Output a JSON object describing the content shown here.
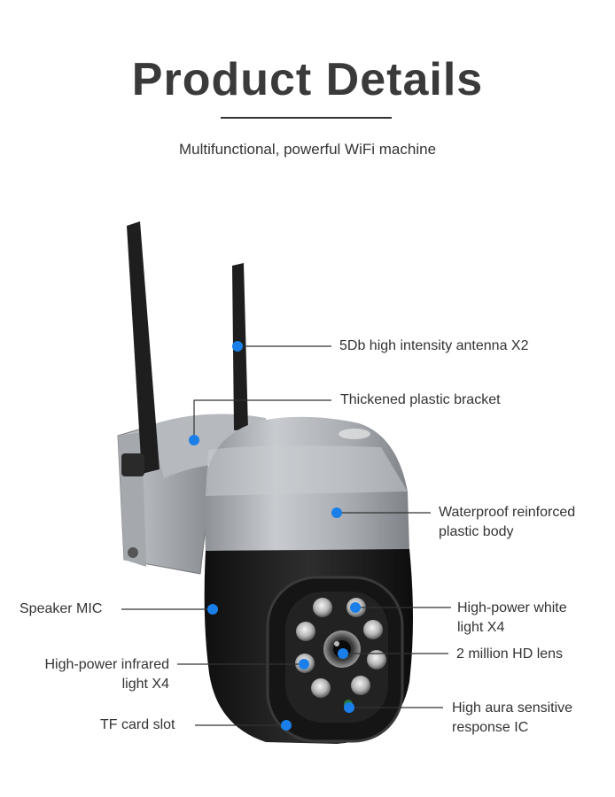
{
  "header": {
    "title": "Product Details",
    "subtitle": "Multifunctional, powerful WiFi machine"
  },
  "colors": {
    "marker": "#1a7fe8",
    "body_silver": "#b9bcc0",
    "body_black": "#1c1c1c"
  },
  "callouts": {
    "antenna": "5Db high intensity antenna X2",
    "bracket": "Thickened plastic bracket",
    "body_line1": "Waterproof reinforced",
    "body_line2": "plastic body",
    "speaker": "Speaker MIC",
    "white_light_line1": "High-power white",
    "white_light_line2": "light X4",
    "infrared_line1": "High-power infrared",
    "infrared_line2": "light X4",
    "lens": "2 million HD lens",
    "sensor_line1": "High aura sensitive",
    "sensor_line2": "response IC",
    "tf_slot": "TF card slot"
  }
}
